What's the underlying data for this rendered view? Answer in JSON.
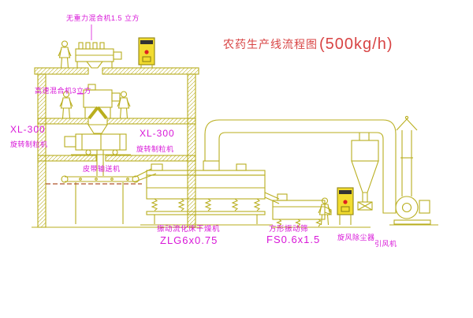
{
  "title": {
    "name": "农药生产线流程图",
    "capacity": "(500kg/h)"
  },
  "labels": {
    "gravity_mixer": "无重力混合机1.5 立方",
    "high_speed_mixer": "高速混合机3立方",
    "granulator_left_model": "XL-300",
    "granulator_left_name": "旋转制粒机",
    "granulator_mid_model": "XL-300",
    "granulator_mid_name": "旋转制粒机",
    "belt_conveyor": "皮带输送机",
    "dryer_name": "振动流化床干燥机",
    "dryer_model": "ZLG6x0.75",
    "screen_name": "方形振动筛",
    "screen_model": "FS0.6x1.5",
    "cyclone": "旋风除尘器",
    "fan": "引风机"
  },
  "colors": {
    "line": "#b9ae1e",
    "label": "#d816d8",
    "title": "#d84444",
    "accent_red": "#e02020",
    "cabinet_fill": "#f2dc30",
    "dashed": "#b0542a"
  }
}
